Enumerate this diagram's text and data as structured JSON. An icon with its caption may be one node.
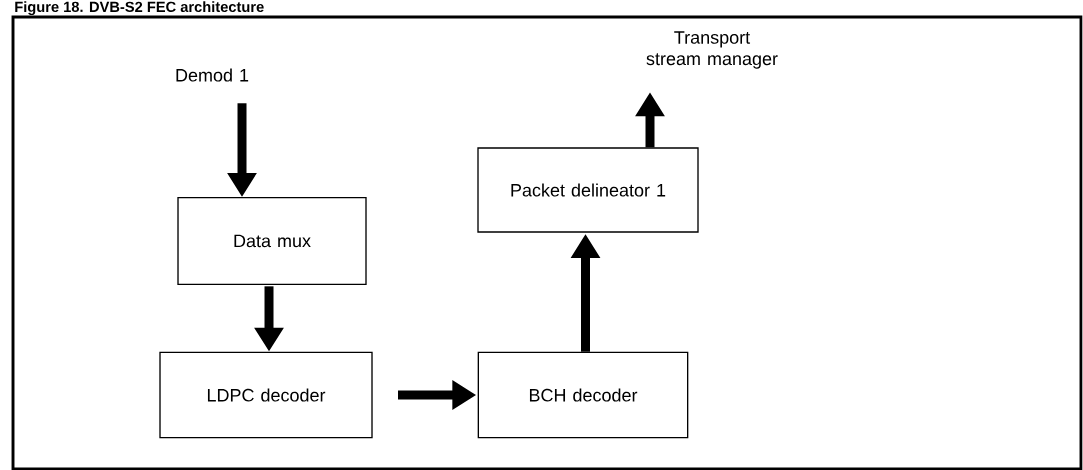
{
  "diagram": {
    "title": "Figure 18. DVB-S2 FEC architecture",
    "nodes": [
      {
        "text": [
          "Demod 1"
        ]
      },
      {
        "text": [
          "Data mux"
        ]
      },
      {
        "text": [
          "LDPC decoder"
        ]
      },
      {
        "text": [
          "BCH decoder"
        ]
      },
      {
        "text": [
          "Packet delineator 1"
        ]
      },
      {
        "text": [
          "Transport stream manager"
        ]
      }
    ],
    "edges": [
      {
        "from": 0,
        "to": 1,
        "arrow": "to"
      },
      {
        "from": 1,
        "to": 2,
        "arrow": "to"
      },
      {
        "from": 2,
        "to": 3,
        "arrow": "to"
      },
      {
        "from": 3,
        "to": 4,
        "arrow": "to"
      },
      {
        "from": 4,
        "to": 5,
        "arrow": "to"
      }
    ]
  }
}
